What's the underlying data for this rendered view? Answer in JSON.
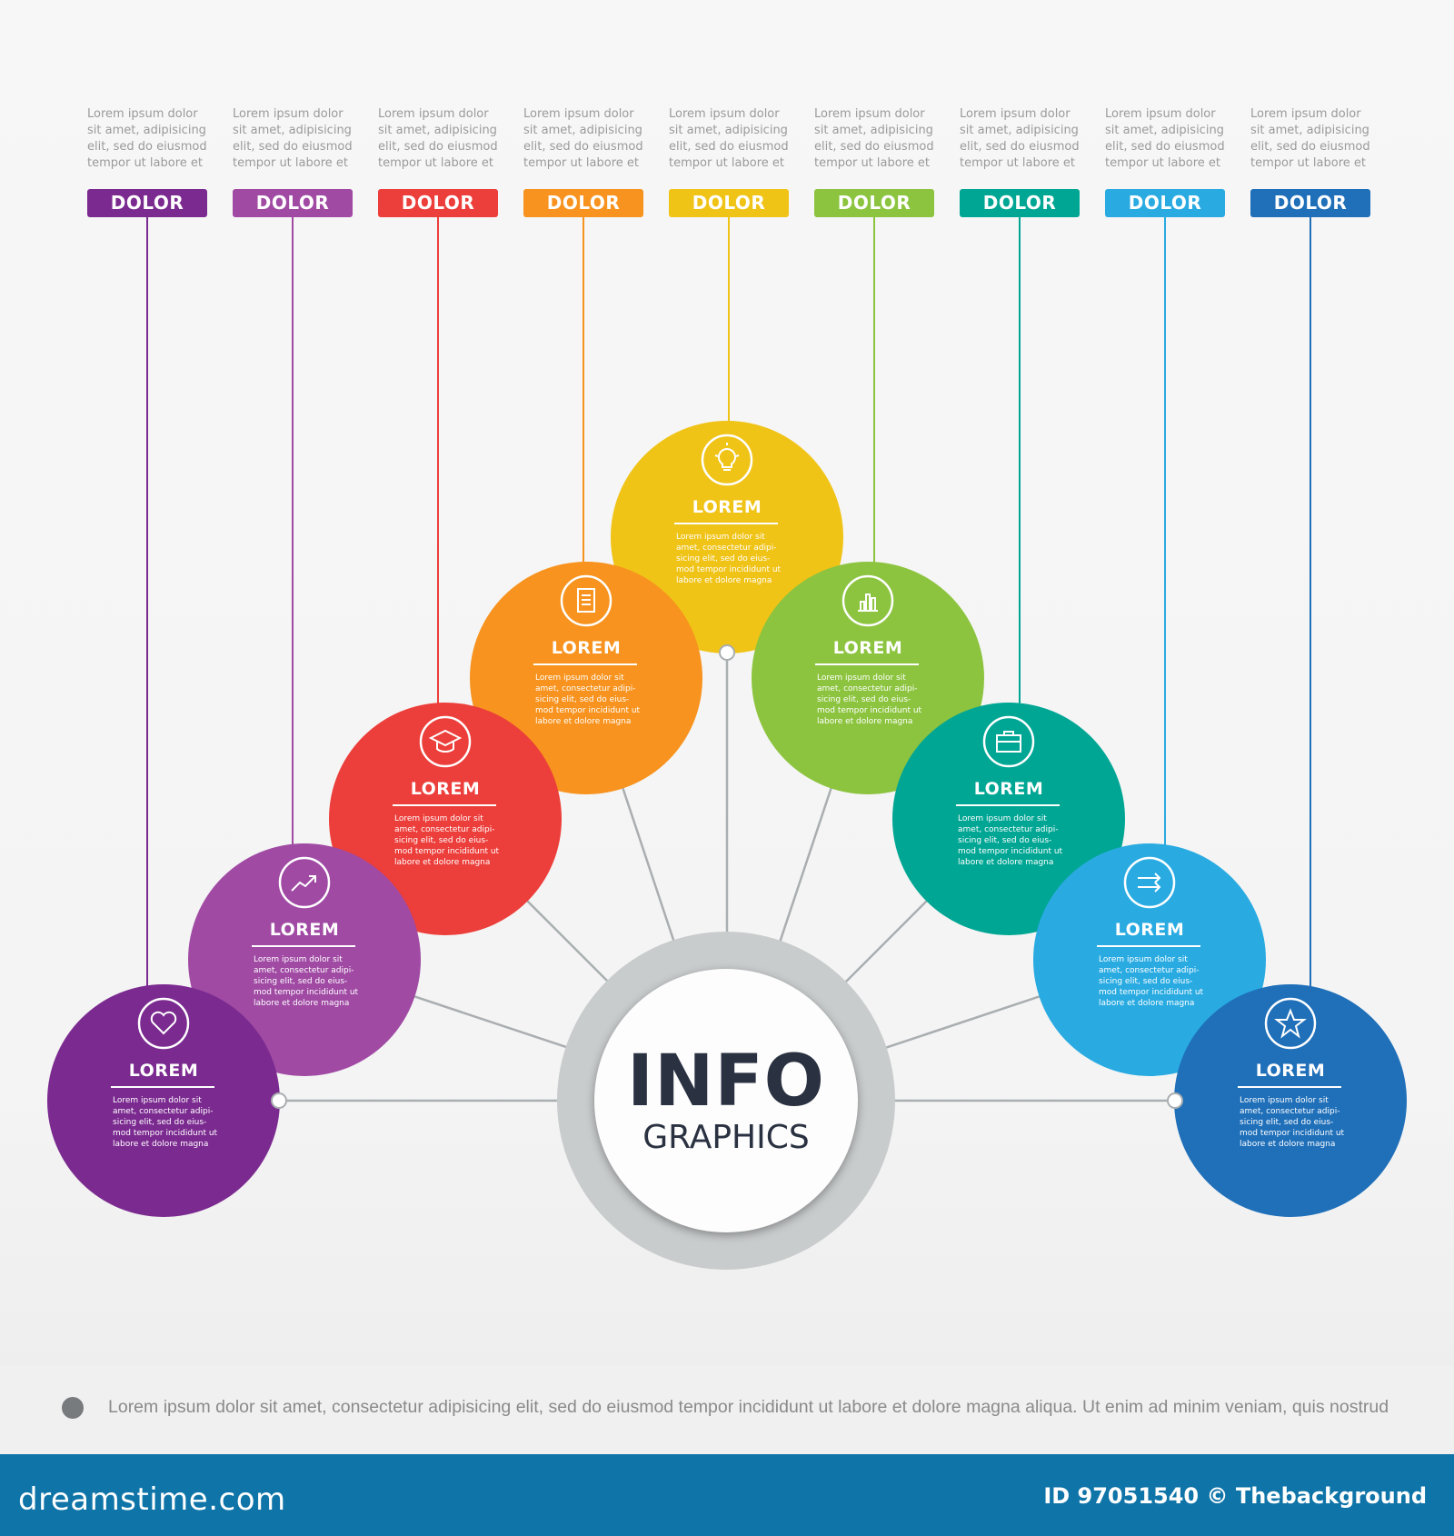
{
  "palette": [
    "#7b2a90",
    "#a04aa4",
    "#ec3e3a",
    "#f7931e",
    "#f0c317",
    "#8cc43f",
    "#00a694",
    "#29abe2",
    "#1f6fb9"
  ],
  "connector_color": "#a9aeb0",
  "columns": [
    {
      "text": "Lorem ipsum dolor\nsit amet, adipisicing\nelit, sed do eiusmod\ntempor ut labore et",
      "tag": "DOLOR"
    },
    {
      "text": "Lorem ipsum dolor\nsit amet, adipisicing\nelit, sed do eiusmod\ntempor ut labore et",
      "tag": "DOLOR"
    },
    {
      "text": "Lorem ipsum dolor\nsit amet, adipisicing\nelit, sed do eiusmod\ntempor ut labore et",
      "tag": "DOLOR"
    },
    {
      "text": "Lorem ipsum dolor\nsit amet, adipisicing\nelit, sed do eiusmod\ntempor ut labore et",
      "tag": "DOLOR"
    },
    {
      "text": "Lorem ipsum dolor\nsit amet, adipisicing\nelit, sed do eiusmod\ntempor ut labore et",
      "tag": "DOLOR"
    },
    {
      "text": "Lorem ipsum dolor\nsit amet, adipisicing\nelit, sed do eiusmod\ntempor ut labore et",
      "tag": "DOLOR"
    },
    {
      "text": "Lorem ipsum dolor\nsit amet, adipisicing\nelit, sed do eiusmod\ntempor ut labore et",
      "tag": "DOLOR"
    },
    {
      "text": "Lorem ipsum dolor\nsit amet, adipisicing\nelit, sed do eiusmod\ntempor ut labore et",
      "tag": "DOLOR"
    },
    {
      "text": "Lorem ipsum dolor\nsit amet, adipisicing\nelit, sed do eiusmod\ntempor ut labore et",
      "tag": "DOLOR"
    }
  ],
  "nodes": [
    {
      "icon": "heart-icon",
      "title": "LOREM",
      "text": "Lorem ipsum dolor sit\namet, consectetur adipi-\nsicing elit, sed do eius-\nmod tempor incididunt ut\nlabore et dolore magna"
    },
    {
      "icon": "trend-arrow-icon",
      "title": "LOREM",
      "text": "Lorem ipsum dolor sit\namet, consectetur adipi-\nsicing elit, sed do eius-\nmod tempor incididunt ut\nlabore et dolore magna"
    },
    {
      "icon": "graduation-cap-icon",
      "title": "LOREM",
      "text": "Lorem ipsum dolor sit\namet, consectetur adipi-\nsicing elit, sed do eius-\nmod tempor incididunt ut\nlabore et dolore magna"
    },
    {
      "icon": "document-icon",
      "title": "LOREM",
      "text": "Lorem ipsum dolor sit\namet, consectetur adipi-\nsicing elit, sed do eius-\nmod tempor incididunt ut\nlabore et dolore magna"
    },
    {
      "icon": "lightbulb-icon",
      "title": "LOREM",
      "text": "Lorem ipsum dolor sit\namet, consectetur adipi-\nsicing elit, sed do eius-\nmod tempor incididunt ut\nlabore et dolore magna"
    },
    {
      "icon": "bar-chart-icon",
      "title": "LOREM",
      "text": "Lorem ipsum dolor sit\namet, consectetur adipi-\nsicing elit, sed do eius-\nmod tempor incididunt ut\nlabore et dolore magna"
    },
    {
      "icon": "briefcase-icon",
      "title": "LOREM",
      "text": "Lorem ipsum dolor sit\namet, consectetur adipi-\nsicing elit, sed do eius-\nmod tempor incididunt ut\nlabore et dolore magna"
    },
    {
      "icon": "arrows-icon",
      "title": "LOREM",
      "text": "Lorem ipsum dolor sit\namet, consectetur adipi-\nsicing elit, sed do eius-\nmod tempor incididunt ut\nlabore et dolore magna"
    },
    {
      "icon": "star-icon",
      "title": "LOREM",
      "text": "Lorem ipsum dolor sit\namet, consectetur adipi-\nsicing elit, sed do eius-\nmod tempor incididunt ut\nlabore et dolore magna"
    }
  ],
  "hub": {
    "title": "INFO",
    "subtitle": "GRAPHICS"
  },
  "bottom_text": "Lorem ipsum dolor sit amet, consectetur adipisicing elit, sed do eiusmod tempor incididunt ut labore et dolore magna aliqua. Ut enim ad minim veniam, quis nostrud",
  "footer": {
    "logo": "dreamstime.com",
    "id_text": "ID 97051540 © Thebackground",
    "color": "#0f74a8"
  }
}
